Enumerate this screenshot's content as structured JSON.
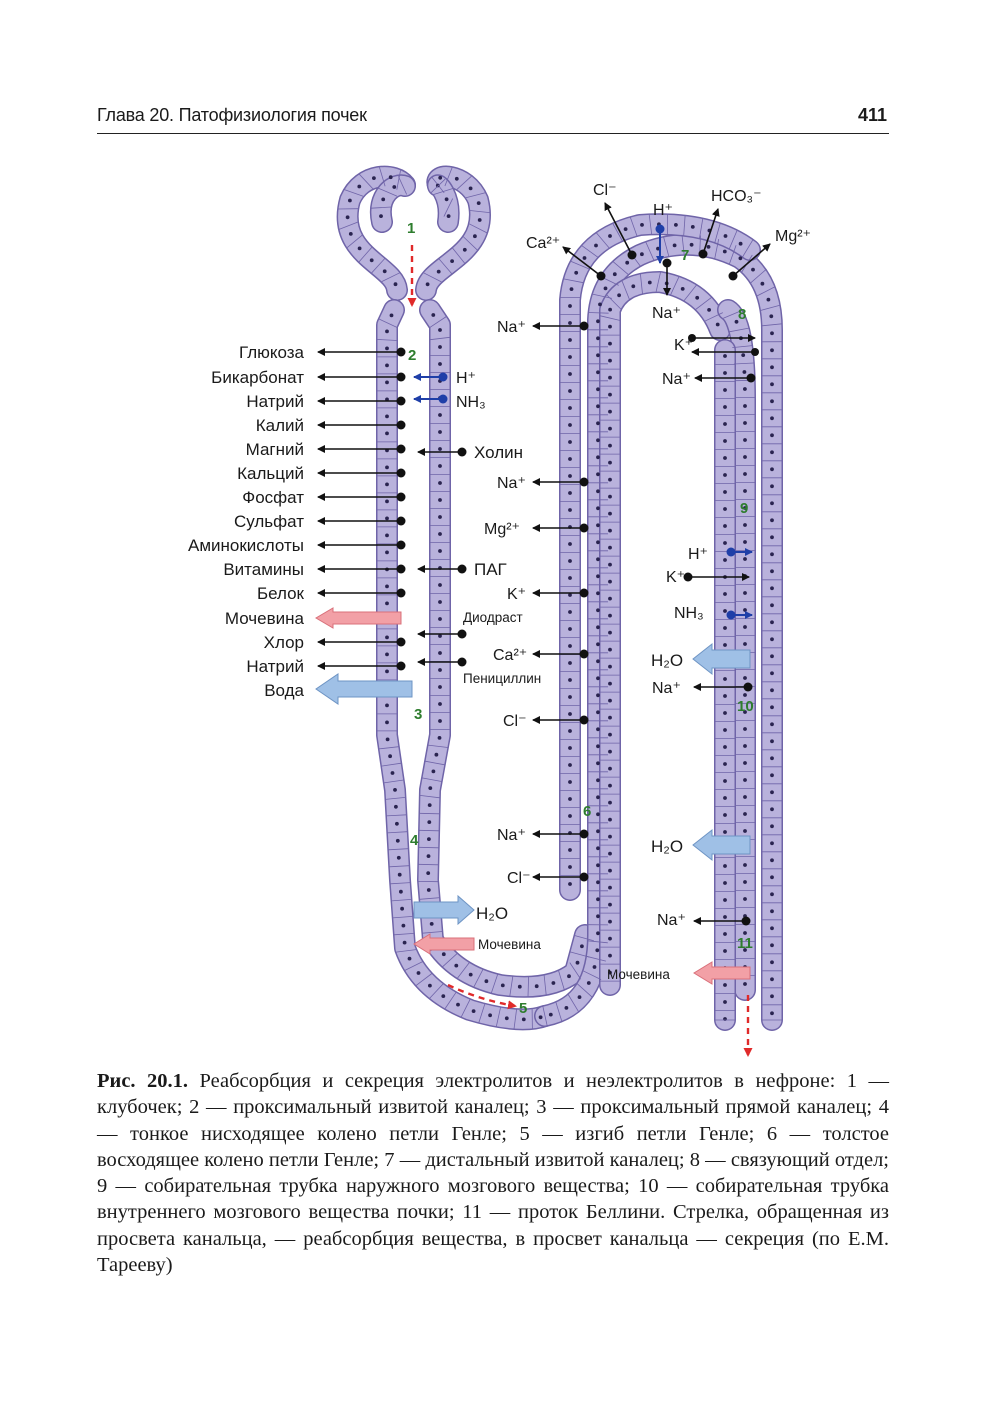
{
  "header": {
    "chapter": "Глава 20. Патофизиология почек",
    "page_number": "411"
  },
  "segment_numbers": [
    "1",
    "2",
    "3",
    "4",
    "5",
    "6",
    "7",
    "8",
    "9",
    "10",
    "11"
  ],
  "left_substances": [
    "Глюкоза",
    "Бикарбонат",
    "Натрий",
    "Калий",
    "Магний",
    "Кальций",
    "Фосфат",
    "Сульфат",
    "Аминокислоты",
    "Витамины",
    "Белок",
    "Мочевина",
    "Хлор",
    "Натрий",
    "Вода"
  ],
  "proximal_secretion": {
    "h_plus": "H⁺",
    "nh3": "NH₃",
    "holin": "Холин",
    "pag": "ПАГ",
    "diodrast": "Диодраст",
    "penicillin": "Пенициллин"
  },
  "thin_descending": {
    "water": "H₂O",
    "urea": "Мочевина"
  },
  "thick_ascending": [
    "Na⁺",
    "Na⁺",
    "Mg²⁺",
    "K⁺",
    "Ca²⁺",
    "Cl⁻",
    "Na⁺",
    "Cl⁻"
  ],
  "distal": {
    "cl": "Cl⁻",
    "h_plus": "H⁺",
    "hco3": "HCO₃⁻",
    "ca": "Ca²⁺",
    "mg": "Mg²⁺",
    "na": "Na⁺"
  },
  "collecting": {
    "k1": "K⁺",
    "na1": "Na⁺",
    "h_plus": "H⁺",
    "k2": "K⁺",
    "nh3": "NH₃",
    "water1": "H₂O",
    "na2": "Na⁺",
    "water2": "H₂O",
    "na3": "Na⁺",
    "urea": "Мочевина"
  },
  "colors": {
    "tubule_fill": "#b9b2dc",
    "tubule_stroke": "#6f64a8",
    "arrow_blue": "#1f3fa8",
    "flow_red": "#e02a2a",
    "water_arrow": "#8fb6e2",
    "urea_arrow": "#f2a0a6",
    "number_green": "#2e7d2e"
  },
  "caption": {
    "label": "Рис. 20.1.",
    "text": "Реабсорбция и секреция электролитов и неэлектролитов в нефроне: 1 — клубочек; 2 — проксимальный извитой каналец; 3 — проксимальный прямой каналец; 4 — тонкое нисходящее колено петли Генле; 5 — изгиб петли Генле; 6 — толстое восходящее колено петли Генле; 7 — дистальный извитой каналец; 8 — связующий отдел; 9 — собирательная трубка наружного мозгового вещества; 10 — собирательная трубка внутреннего мозгового вещества почки; 11 — проток Беллини. Стрелка, обращенная из просвета канальца, — реабсорбция вещества, в просвет канальца — секреция (по Е.М. Тарееву)"
  }
}
